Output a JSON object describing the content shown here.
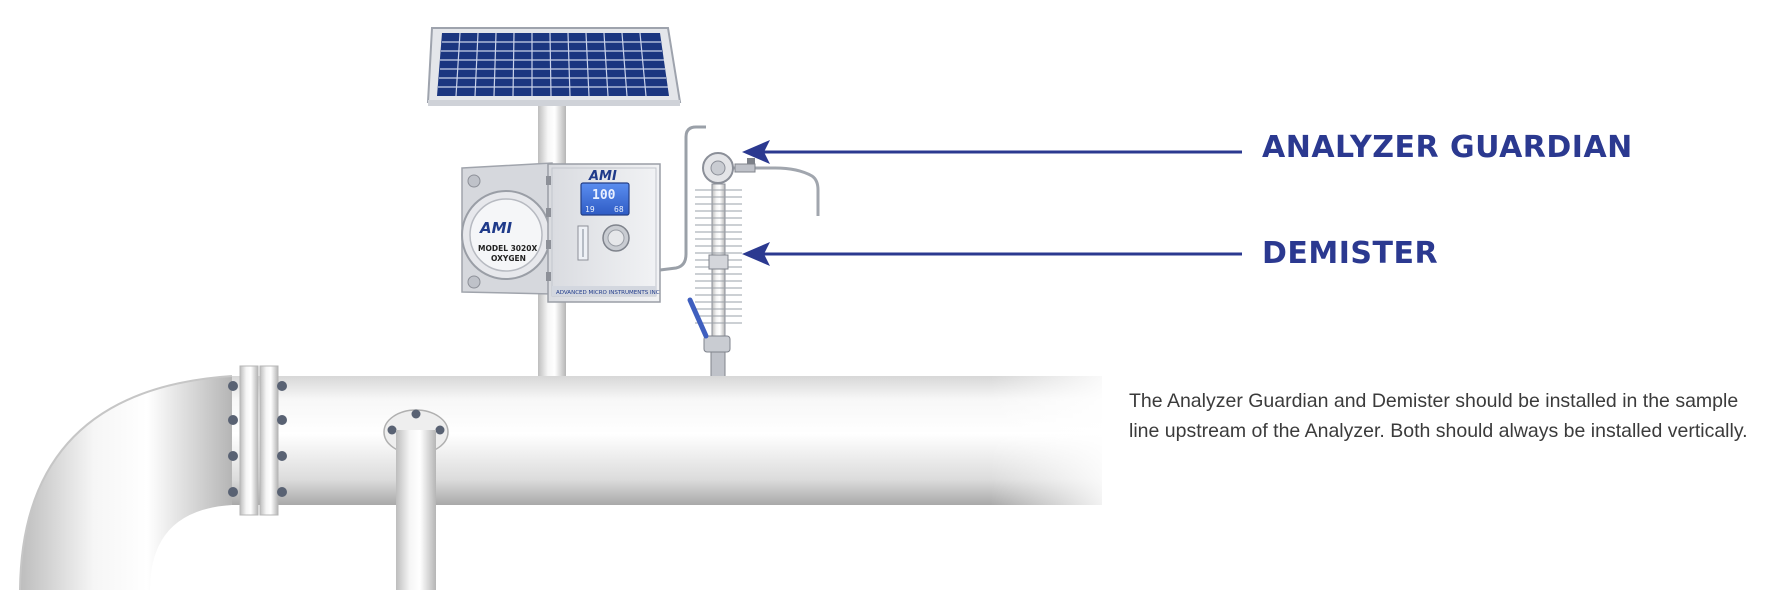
{
  "callouts": {
    "guardian": "ANALYZER GUARDIAN",
    "demister": "DEMISTER"
  },
  "description": "The Analyzer Guardian and Demister should be installed in the sample line upstream of the Analyzer.  Both should always be installed vertically.",
  "analyzer": {
    "brand": "AMI",
    "model_line1": "MODEL 3020X",
    "model_line2": "OXYGEN",
    "display_main": "100",
    "display_sub_left": "19",
    "display_sub_right": "68",
    "footer": "ADVANCED MICRO INSTRUMENTS INC"
  },
  "colors": {
    "callout": "#2b3990",
    "arrow": "#2b3990",
    "text": "#3b3b3b",
    "pipe": "#e6e6e6",
    "solar_cell": "#1f3f8f",
    "lcd": "#3f6fd6"
  }
}
